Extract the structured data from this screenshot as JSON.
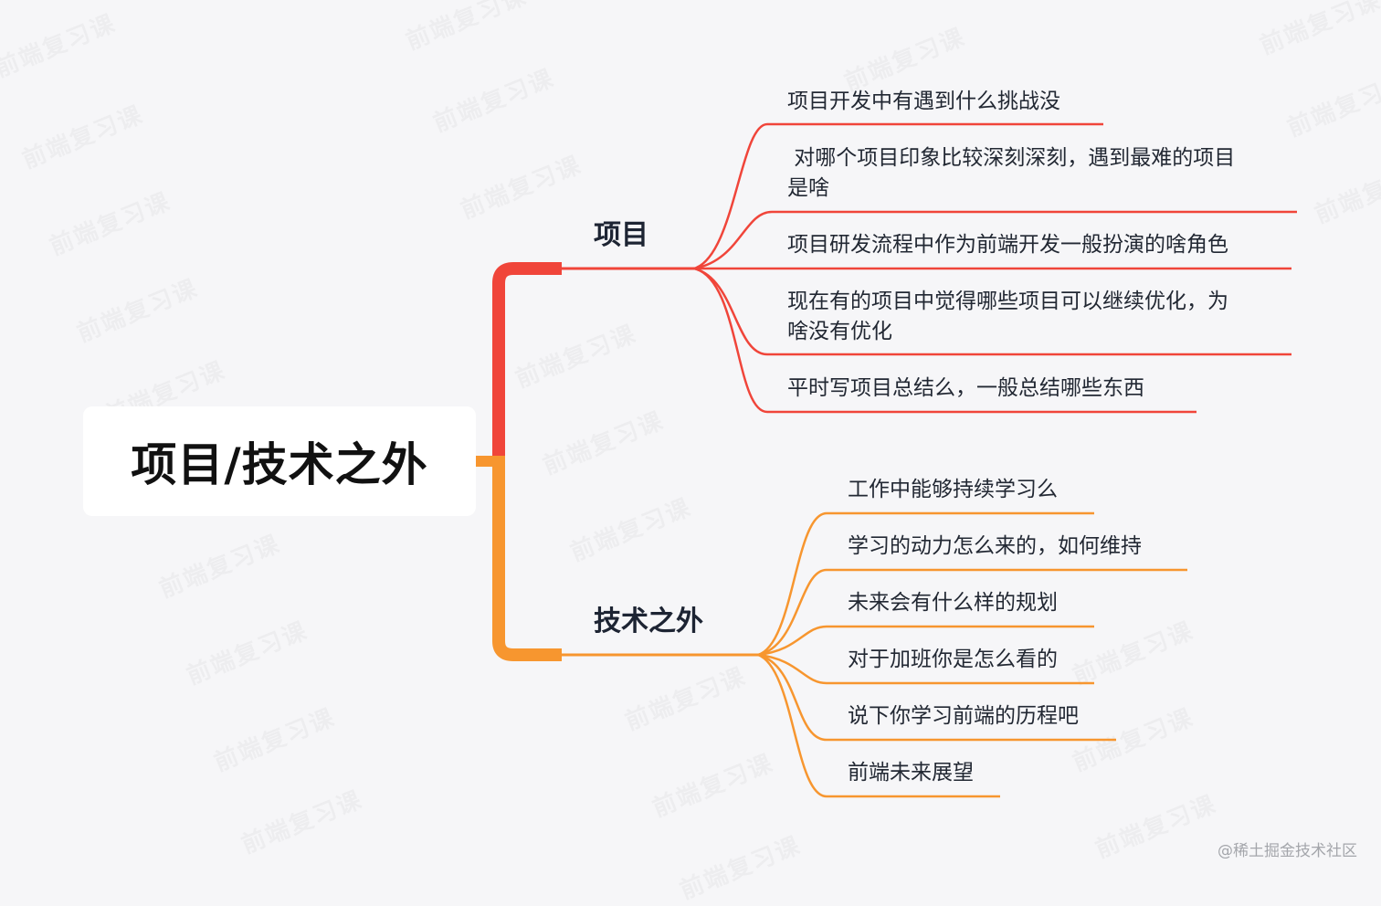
{
  "root": {
    "label": "项目/技术之外"
  },
  "watermark_text": "前端复习课",
  "colors": {
    "branch_1": "#f0453a",
    "branch_2": "#f7962f",
    "background": "#f6f6f8"
  },
  "branches": [
    {
      "label": "项目",
      "leaves": [
        {
          "line1": "项目开发中有遇到什么挑战没",
          "line2": ""
        },
        {
          "line1": " 对哪个项目印象比较深刻深刻，遇到最难的项目",
          "line2": "是啥"
        },
        {
          "line1": "项目研发流程中作为前端开发一般扮演的啥角色",
          "line2": ""
        },
        {
          "line1": "现在有的项目中觉得哪些项目可以继续优化，为",
          "line2": "啥没有优化"
        },
        {
          "line1": "平时写项目总结么，一般总结哪些东西",
          "line2": ""
        }
      ]
    },
    {
      "label": "技术之外",
      "leaves": [
        {
          "line1": "工作中能够持续学习么"
        },
        {
          "line1": "学习的动力怎么来的，如何维持"
        },
        {
          "line1": "未来会有什么样的规划"
        },
        {
          "line1": "对于加班你是怎么看的"
        },
        {
          "line1": "说下你学习前端的历程吧"
        },
        {
          "line1": "前端未来展望"
        }
      ]
    }
  ],
  "footer": {
    "credit": "@稀土掘金技术社区"
  }
}
